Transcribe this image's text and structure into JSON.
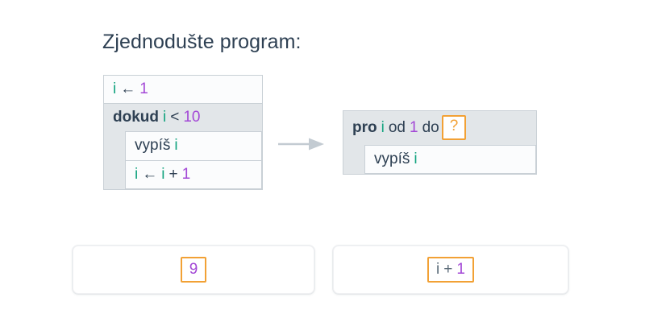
{
  "page": {
    "title": "Zjednodušte program:",
    "background": "#ffffff"
  },
  "colors": {
    "variable": "#13a37f",
    "number": "#a348d6",
    "keyword": "#2e4053",
    "blank_border": "#f2a135",
    "block_gray": "#e2e6e9",
    "row_border": "#c9d0d6",
    "text": "#2e4053",
    "arrow": "#c3cbd2"
  },
  "original_program": {
    "name": "while-loop-program",
    "lines": [
      {
        "type": "assignment",
        "tokens": [
          {
            "text": "i",
            "kind": "variable"
          },
          {
            "text": "←",
            "kind": "operator"
          },
          {
            "text": "1",
            "kind": "number"
          }
        ]
      },
      {
        "type": "loop",
        "header": [
          {
            "text": "dokud",
            "kind": "keyword"
          },
          {
            "text": "i",
            "kind": "variable"
          },
          {
            "text": "<",
            "kind": "operator"
          },
          {
            "text": "10",
            "kind": "number"
          }
        ],
        "body": [
          {
            "type": "print",
            "tokens": [
              {
                "text": "vypíš",
                "kind": "plain"
              },
              {
                "text": "i",
                "kind": "variable"
              }
            ]
          },
          {
            "type": "assignment",
            "tokens": [
              {
                "text": "i",
                "kind": "variable"
              },
              {
                "text": "←",
                "kind": "operator"
              },
              {
                "text": "i",
                "kind": "variable"
              },
              {
                "text": "+",
                "kind": "operator"
              },
              {
                "text": "1",
                "kind": "number"
              }
            ]
          }
        ]
      }
    ]
  },
  "transform_arrow": {
    "name": "transform-arrow",
    "direction": "right"
  },
  "simplified_program": {
    "name": "for-loop-program",
    "header": [
      {
        "text": "pro",
        "kind": "keyword"
      },
      {
        "text": "i",
        "kind": "variable"
      },
      {
        "text": "od",
        "kind": "plain"
      },
      {
        "text": "1",
        "kind": "number"
      },
      {
        "text": "do",
        "kind": "plain"
      }
    ],
    "blank_placeholder": "?",
    "body": [
      {
        "type": "print",
        "tokens": [
          {
            "text": "vypíš",
            "kind": "plain"
          },
          {
            "text": "i",
            "kind": "variable"
          }
        ]
      }
    ]
  },
  "options": [
    {
      "id": "option-1",
      "tokens": [
        {
          "text": "9",
          "kind": "number"
        }
      ]
    },
    {
      "id": "option-2",
      "tokens": [
        {
          "text": "i",
          "kind": "muted"
        },
        {
          "text": "+",
          "kind": "muted"
        },
        {
          "text": "1",
          "kind": "number"
        }
      ]
    }
  ]
}
